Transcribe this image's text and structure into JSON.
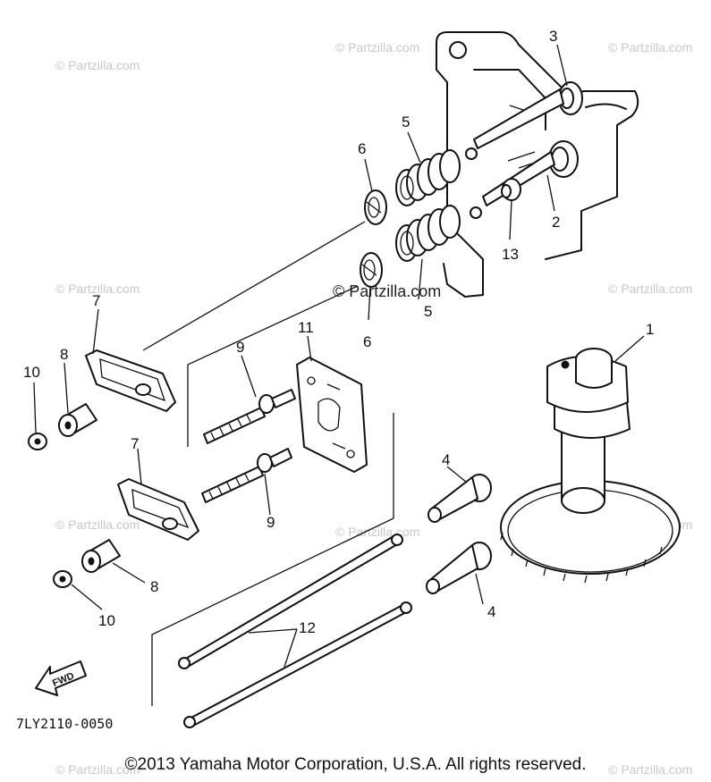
{
  "watermark": {
    "text": "© Partzilla.com",
    "center_text": "© Partzilla.com"
  },
  "diagram": {
    "part_code": "7LY2110-0050",
    "fwd_label": "FWD",
    "callouts": {
      "c1": "1",
      "c2": "2",
      "c3": "3",
      "c4a": "4",
      "c4b": "4",
      "c5a": "5",
      "c5b": "5",
      "c6a": "6",
      "c6b": "6",
      "c7a": "7",
      "c7b": "7",
      "c8a": "8",
      "c8b": "8",
      "c9a": "9",
      "c9b": "9",
      "c10a": "10",
      "c10b": "10",
      "c11": "11",
      "c12": "12",
      "c13": "13"
    }
  },
  "footer": {
    "copyright": "©2013 Yamaha Motor Corporation, U.S.A. All rights reserved."
  }
}
